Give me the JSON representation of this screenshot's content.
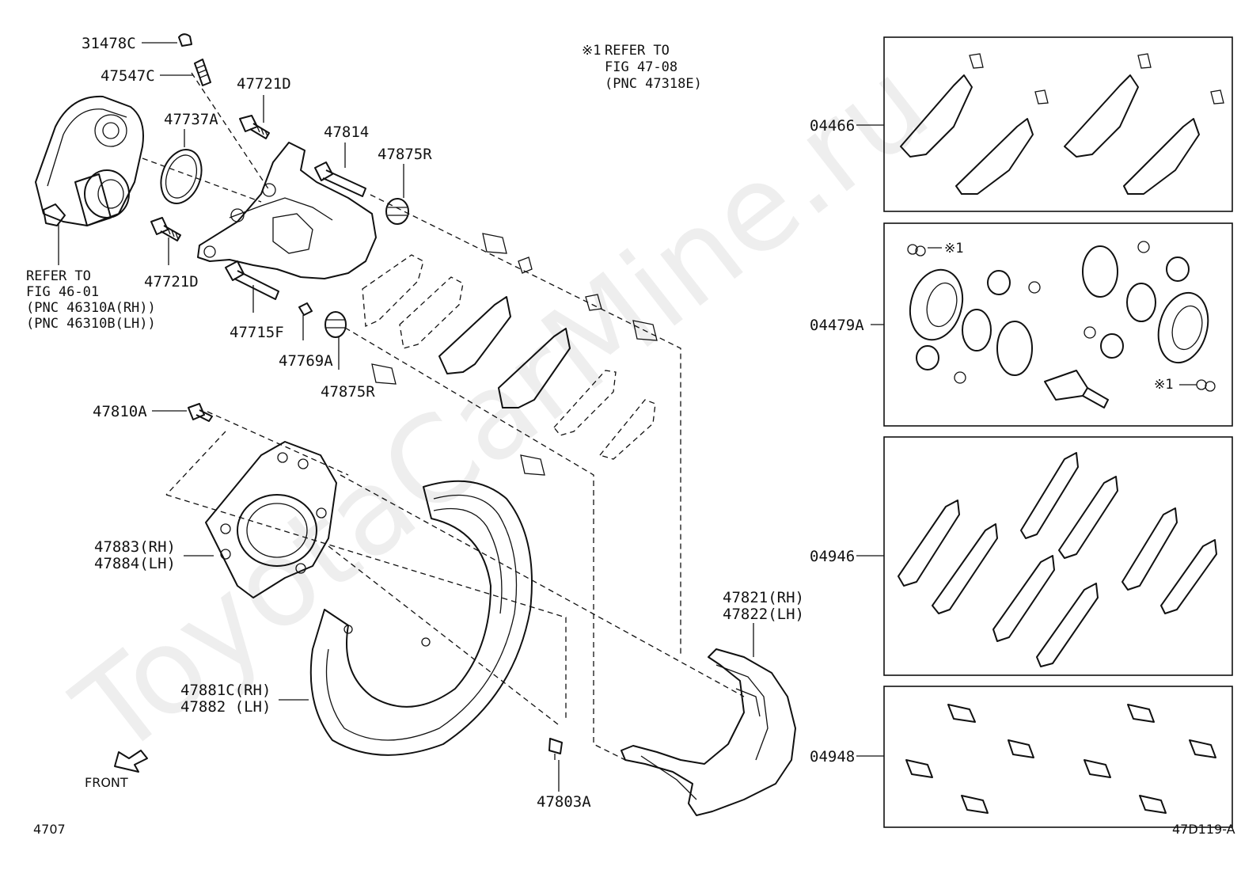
{
  "watermark": "ToyotaCarMine.ru",
  "note": {
    "symbol": "※1",
    "line1": "REFER TO",
    "line2": "FIG 47-08",
    "line3": "(PNC 47318E)"
  },
  "actuator_ref": {
    "line1": "REFER TO",
    "line2": "FIG 46-01",
    "line3": "(PNC 46310A(RH))",
    "line4": "(PNC 46310B(LH))"
  },
  "parts": {
    "p31478C": "31478C",
    "p47547C": "47547C",
    "p47737A": "47737A",
    "p47721D_top": "47721D",
    "p47721D_bottom": "47721D",
    "p47814": "47814",
    "p47875R_top": "47875R",
    "p47875R_bottom": "47875R",
    "p47715F": "47715F",
    "p47769A": "47769A",
    "p47810A": "47810A",
    "p47883": "47883(RH)",
    "p47884": "47884(LH)",
    "p47881C": "47881C(RH)",
    "p47882": "47882 (LH)",
    "p47803A": "47803A",
    "p47821": "47821(RH)",
    "p47822": "47822(LH)"
  },
  "kits": [
    {
      "code": "04466"
    },
    {
      "code": "04479A",
      "ref1": "※1",
      "ref2": "※1"
    },
    {
      "code": "04946"
    },
    {
      "code": "04948"
    }
  ],
  "footer": {
    "front": "FRONT",
    "fig_left": "4707",
    "fig_right": "47D119-A"
  }
}
